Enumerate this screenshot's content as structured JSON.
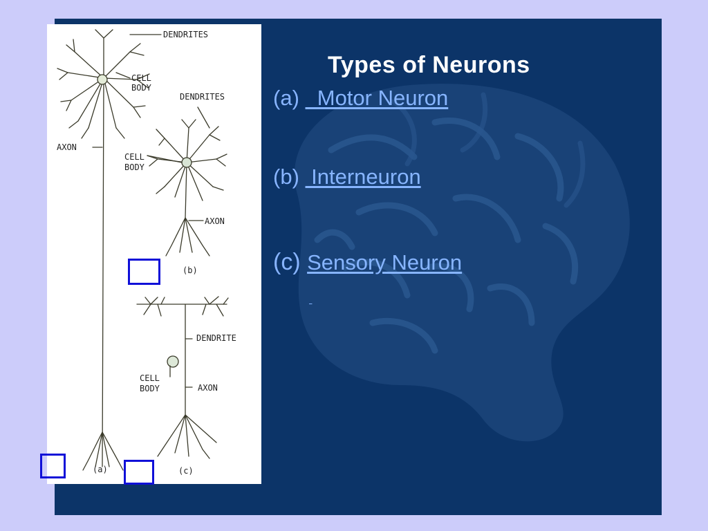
{
  "slide": {
    "title": "Types of Neurons",
    "items": [
      {
        "letter": "(a)",
        "label": "  Motor Neuron"
      },
      {
        "letter": "(b)",
        "label": " Interneuron"
      },
      {
        "letter": "(c)",
        "label": "Sensory Neuron"
      }
    ],
    "trailing_link": " "
  },
  "figure": {
    "labels": {
      "dendrites_a": "DENDRITES",
      "cell_body_a_1": "CELL",
      "cell_body_a_2": "BODY",
      "axon_a": "AXON",
      "dendrites_b": "DENDRITES",
      "cell_body_b_1": "CELL",
      "cell_body_b_2": "BODY",
      "axon_b": "AXON",
      "caption_b": "(b)",
      "dendrite_c": "DENDRITE",
      "cell_body_c_1": "CELL",
      "cell_body_c_2": "BODY",
      "axon_c": "AXON",
      "caption_a": "(a)",
      "caption_c": "(c)"
    }
  },
  "colors": {
    "page_background": "#ccccfa",
    "slide_background": "#0c3468",
    "title": "#ffffff",
    "link": "#87b5ff",
    "highlight_box": "#1010d8"
  }
}
